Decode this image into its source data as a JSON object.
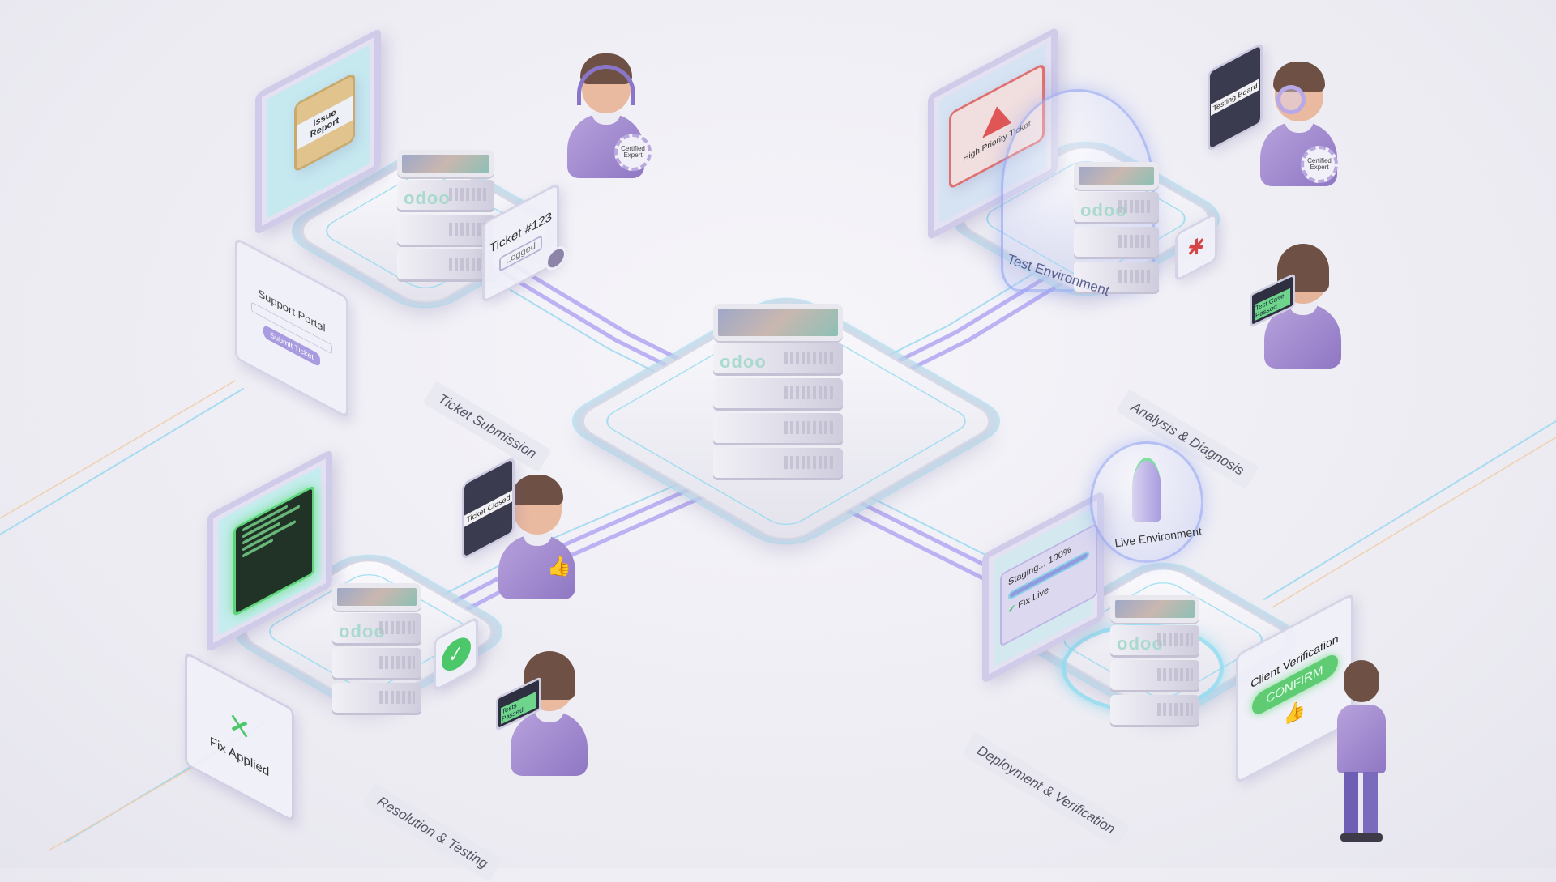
{
  "stages": {
    "ticket_submission": "Ticket Submission",
    "analysis": "Analysis & Diagnosis",
    "resolution": "Resolution & Testing",
    "deployment": "Deployment & Verification"
  },
  "server_logo": "odoo",
  "submission": {
    "monitor_card": "Issue Report",
    "ticket_title": "Ticket #123",
    "ticket_stamp": "Logged",
    "portal_title": "Support Portal",
    "portal_button": "Submit Ticket",
    "expert_badge": "Certified Expert"
  },
  "analysis": {
    "monitor_alert": "High Priority Ticket",
    "dome_label": "Test Environment",
    "expert_panel": "Testing Board",
    "expert_badge": "Certified Expert",
    "tablet_status": "Test Case Passed"
  },
  "resolution": {
    "fix_card": "Fix Applied",
    "expert_panel": "Ticket Closed",
    "tablet_status": "Tests Passed"
  },
  "deployment": {
    "monitor_progress_label": "Staging... 100%",
    "monitor_progress": 100,
    "monitor_status": "Fix Live",
    "dome_label": "Live Environment",
    "client_title": "Client Verification",
    "confirm_button": "CONFIRM"
  },
  "colors": {
    "accent": "#8f77c4",
    "flow": "#9a8df0",
    "success": "#4cc86a",
    "alert": "#e05656"
  }
}
